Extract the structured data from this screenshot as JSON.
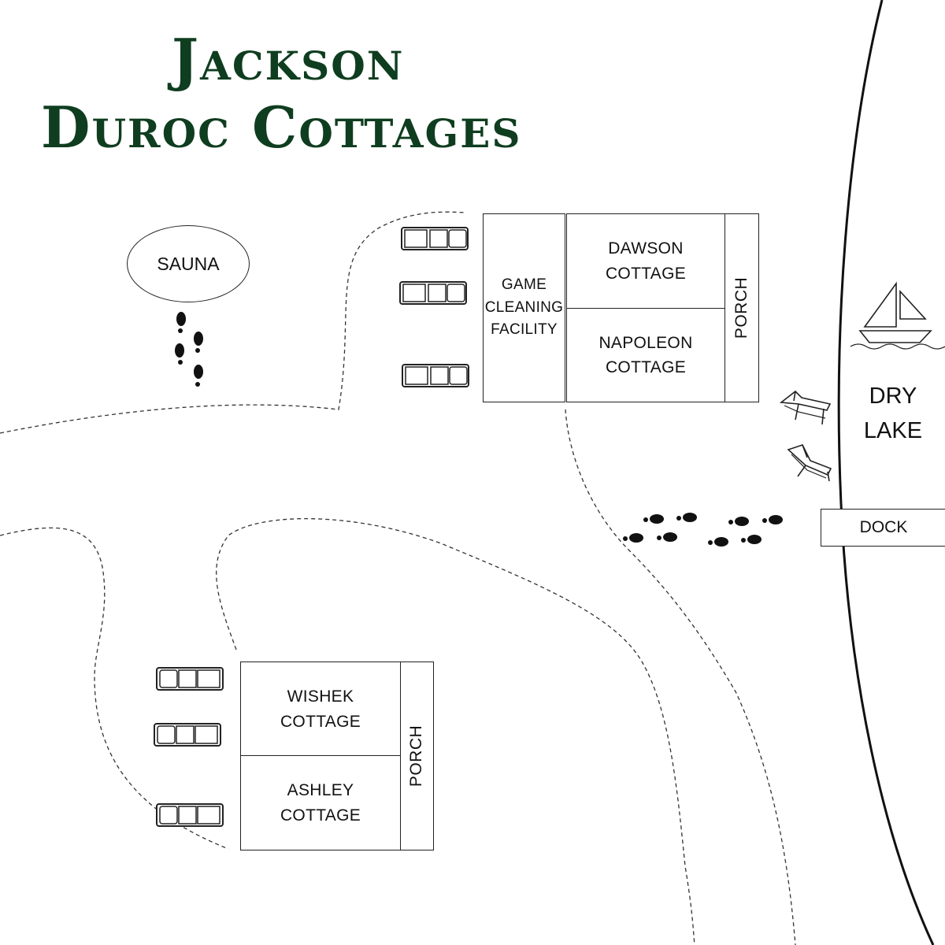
{
  "title": {
    "line1": "Jackson",
    "line2": "Duroc Cottages"
  },
  "places": {
    "sauna": "SAUNA",
    "game_cleaning": "GAME\nCLEANING\nFACILITY",
    "dawson": "DAWSON\nCOTTAGE",
    "napoleon": "NAPOLEON\nCOTTAGE",
    "porch_north": "PORCH",
    "wishek": "WISHEK\nCOTTAGE",
    "ashley": "ASHLEY\nCOTTAGE",
    "porch_south": "PORCH",
    "lake": "DRY\nLAKE",
    "dock": "DOCK"
  },
  "icons": {
    "truck": "pickup-truck-icon",
    "footprints": "footprints-icon",
    "sailboat": "sailboat-icon",
    "lounge_chair": "lounge-chair-icon"
  },
  "colors": {
    "title": "#0f3d1f",
    "ink": "#222222",
    "background": "#ffffff"
  }
}
